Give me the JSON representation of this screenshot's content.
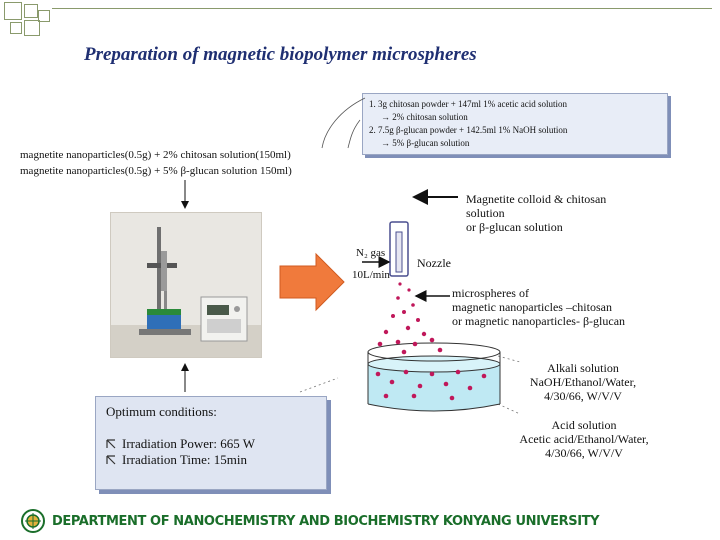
{
  "title": "Preparation of  magnetic biopolymer microspheres",
  "solution_note": {
    "lines": [
      "1. 3g chitosan powder + 147ml 1% acetic acid solution",
      "→ 2% chitosan solution",
      "2. 7.5g β-glucan powder + 142.5ml 1% NaOH solution",
      "→ 5% β-glucan solution"
    ]
  },
  "magnetite": {
    "line1": "magnetite nanoparticles(0.5g) + 2% chitosan solution(150ml)",
    "line2": "magnetite nanoparticles(0.5g) + 5% β-glucan solution 150ml)"
  },
  "optimum": {
    "title": "Optimum conditions:",
    "items": [
      "Irradiation Power: 665 W",
      "Irradiation Time: 15min"
    ]
  },
  "labels": {
    "feed": [
      "Magnetite colloid & chitosan",
      "solution",
      "or β-glucan solution"
    ],
    "gas": "N₂ gas",
    "flow": "10L/min",
    "nozzle": "Nozzle",
    "microspheres": [
      "microspheres of",
      "magnetic nanoparticles –chitosan",
      "or magnetic nanoparticles- β-glucan"
    ],
    "alkali": [
      "Alkali solution",
      "NaOH/Ethanol/Water,",
      "4/30/66, W/V/V"
    ],
    "acid": [
      "Acid solution",
      "Acetic acid/Ethanol/Water,",
      "4/30/66, W/V/V"
    ]
  },
  "footer": "DEPARTMENT OF NANOCHEMISTRY AND BIOCHEMISTRY KONYANG UNIVERSITY",
  "colors": {
    "title": "#1f2f72",
    "arrow_orange": "#f07a3c",
    "droplet": "#c0185a",
    "liquid": "#bfe9f3",
    "footer": "#1a6e2a",
    "box_fill": "#e8edf7",
    "box_shadow": "#7f8fb8"
  }
}
